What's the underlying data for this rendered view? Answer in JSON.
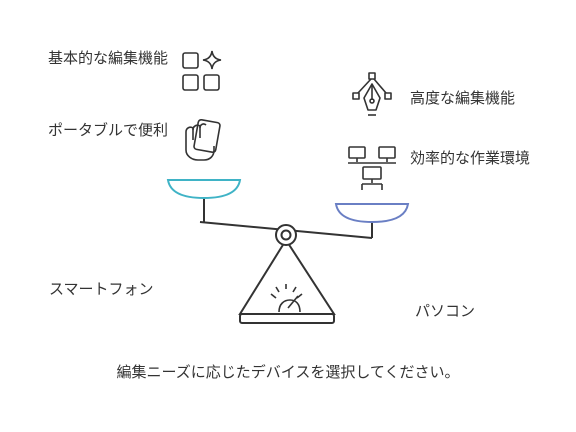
{
  "left_side": {
    "feature_1": "基本的な編集機能",
    "feature_2": "ポータブルで便利",
    "device": "スマートフォン"
  },
  "right_side": {
    "feature_1": "高度な編集機能",
    "feature_2": "効率的な作業環境",
    "device": "パソコン"
  },
  "caption": "編集ニーズに応じたデバイスを選択してください。",
  "icons": {
    "basic_edit": "shapes-sparkle-icon",
    "portable": "hand-holding-phone-icon",
    "advanced_edit": "pen-tool-icon",
    "workspace": "desks-workstation-icon",
    "scale_dial": "gauge-icon"
  },
  "colors": {
    "left_pan": "#3fb3c6",
    "right_pan": "#6a7fc4",
    "stroke": "#333333"
  }
}
